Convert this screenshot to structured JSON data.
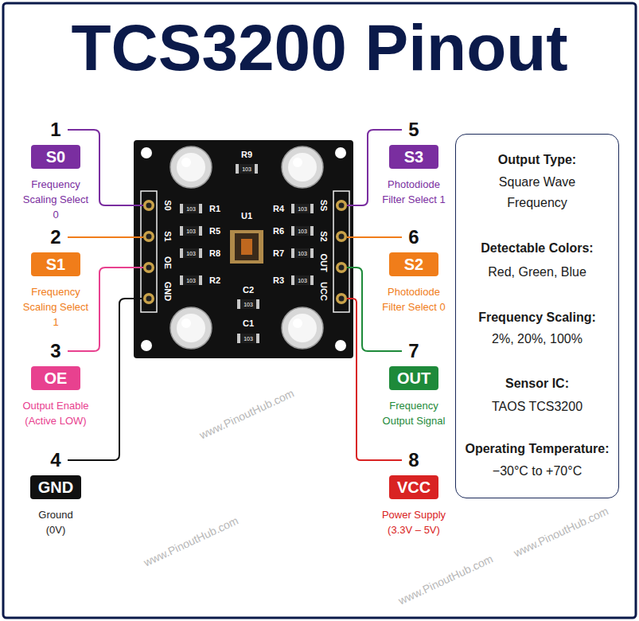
{
  "diagram": {
    "title": "TCS3200 Pinout",
    "nodes": [
      {
        "text": [
          "1",
          "S0",
          "Frequency Scaling Select 0"
        ]
      },
      {
        "text": [
          "2",
          "S1",
          "Frequency Scaling Select 1"
        ]
      },
      {
        "text": [
          "3",
          "OE",
          "Output Enable (Active LOW)"
        ]
      },
      {
        "text": [
          "4",
          "GND",
          "Ground (0V)"
        ]
      },
      {
        "text": [
          "5",
          "S3",
          "Photodiode Filter Select 1"
        ]
      },
      {
        "text": [
          "6",
          "S2",
          "Photodiode Filter Select 0"
        ]
      },
      {
        "text": [
          "7",
          "OUT",
          "Frequency Output Signal"
        ]
      },
      {
        "text": [
          "8",
          "VCC",
          "Power Supply (3.3V – 5V)"
        ]
      },
      {
        "text": [
          "Output Type:",
          "Square Wave Frequency",
          "Detectable Colors:",
          "Red, Green, Blue",
          "Frequency Scaling:",
          "2%, 20%, 100%",
          "Sensor IC:",
          "TAOS TCS3200",
          "Operating Temperature:",
          "−30°C to +70°C"
        ]
      }
    ],
    "labels": [
      "S0",
      "S1",
      "OE",
      "GND",
      "SS",
      "S2",
      "OUT",
      "UCC",
      "R9",
      "R1",
      "R5",
      "R8",
      "R2",
      "R4",
      "R6",
      "R7",
      "R3",
      "U1",
      "C2",
      "C1",
      "103",
      "103",
      "103",
      "103",
      "103",
      "103",
      "103",
      "103",
      "103",
      "103",
      "103",
      "www.PinoutHub.com",
      "www.PinoutHub.com",
      "www.PinoutHub.com",
      "www.PinoutHub.com"
    ]
  }
}
